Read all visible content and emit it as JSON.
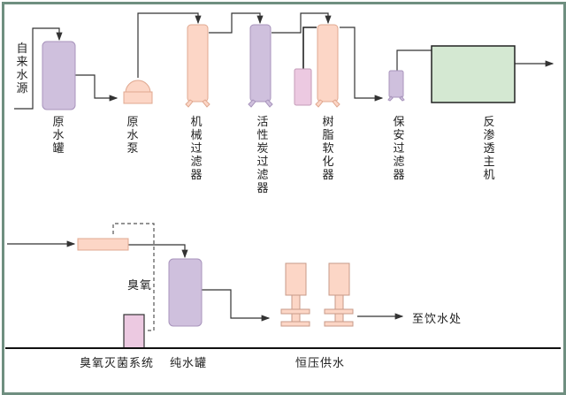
{
  "diagram": {
    "title_hidden": "",
    "colors": {
      "frame": "#6f8f80",
      "pipe": "#333333",
      "purple": "#cfc0dd",
      "purple_edge": "#a894bc",
      "salmon": "#fcd6c6",
      "salmon_edge": "#e0a890",
      "pink": "#ecc9e1",
      "green": "#d4e8d2",
      "ground": "#111111"
    },
    "top_row": {
      "source_label": "自来水源",
      "raw_tank_label": "原水罐",
      "raw_pump_label": "原水泵",
      "mechanical_filter_label": "机械过滤器",
      "carbon_filter_label": "活性炭过滤器",
      "softener_label": "树脂软化器",
      "security_filter_label": "保安过滤器",
      "ro_unit_label": "反渗透主机"
    },
    "bottom_row": {
      "ozone_label": "臭氧",
      "ozone_system_label": "臭氧灭菌系统",
      "pure_tank_label": "纯水罐",
      "constant_pressure_label": "恒压供水",
      "destination_label": "至饮水处"
    }
  }
}
